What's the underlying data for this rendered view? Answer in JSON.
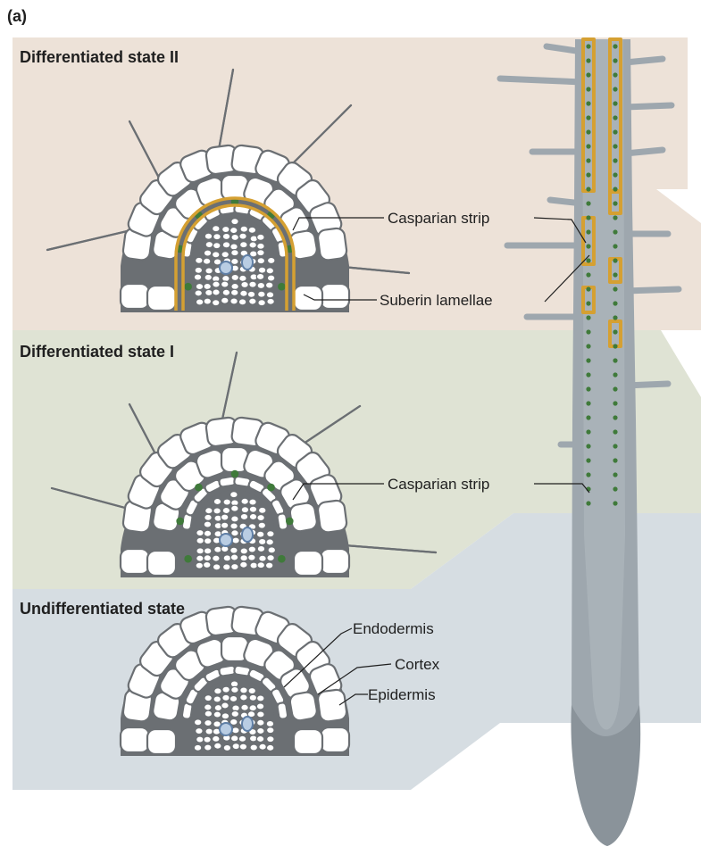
{
  "figure_label": "(a)",
  "panels": {
    "state_ii": {
      "title": "Differentiated state II",
      "color": "#ede2d8"
    },
    "state_i": {
      "title": "Differentiated state I",
      "color": "#dfe3d4"
    },
    "undiff": {
      "title": "Undifferentiated state",
      "color": "#d6dde2"
    }
  },
  "labels": {
    "casparian_strip_ii": "Casparian strip",
    "suberin_lamellae": "Suberin lamellae",
    "casparian_strip_i": "Casparian strip",
    "endodermis": "Endodermis",
    "cortex": "Cortex",
    "epidermis": "Epidermis"
  },
  "colors": {
    "casparian_dot": "#3f7a3a",
    "suberin": "#d5a032",
    "root": "#9ea7ae",
    "xylem": "#b9cde3"
  }
}
